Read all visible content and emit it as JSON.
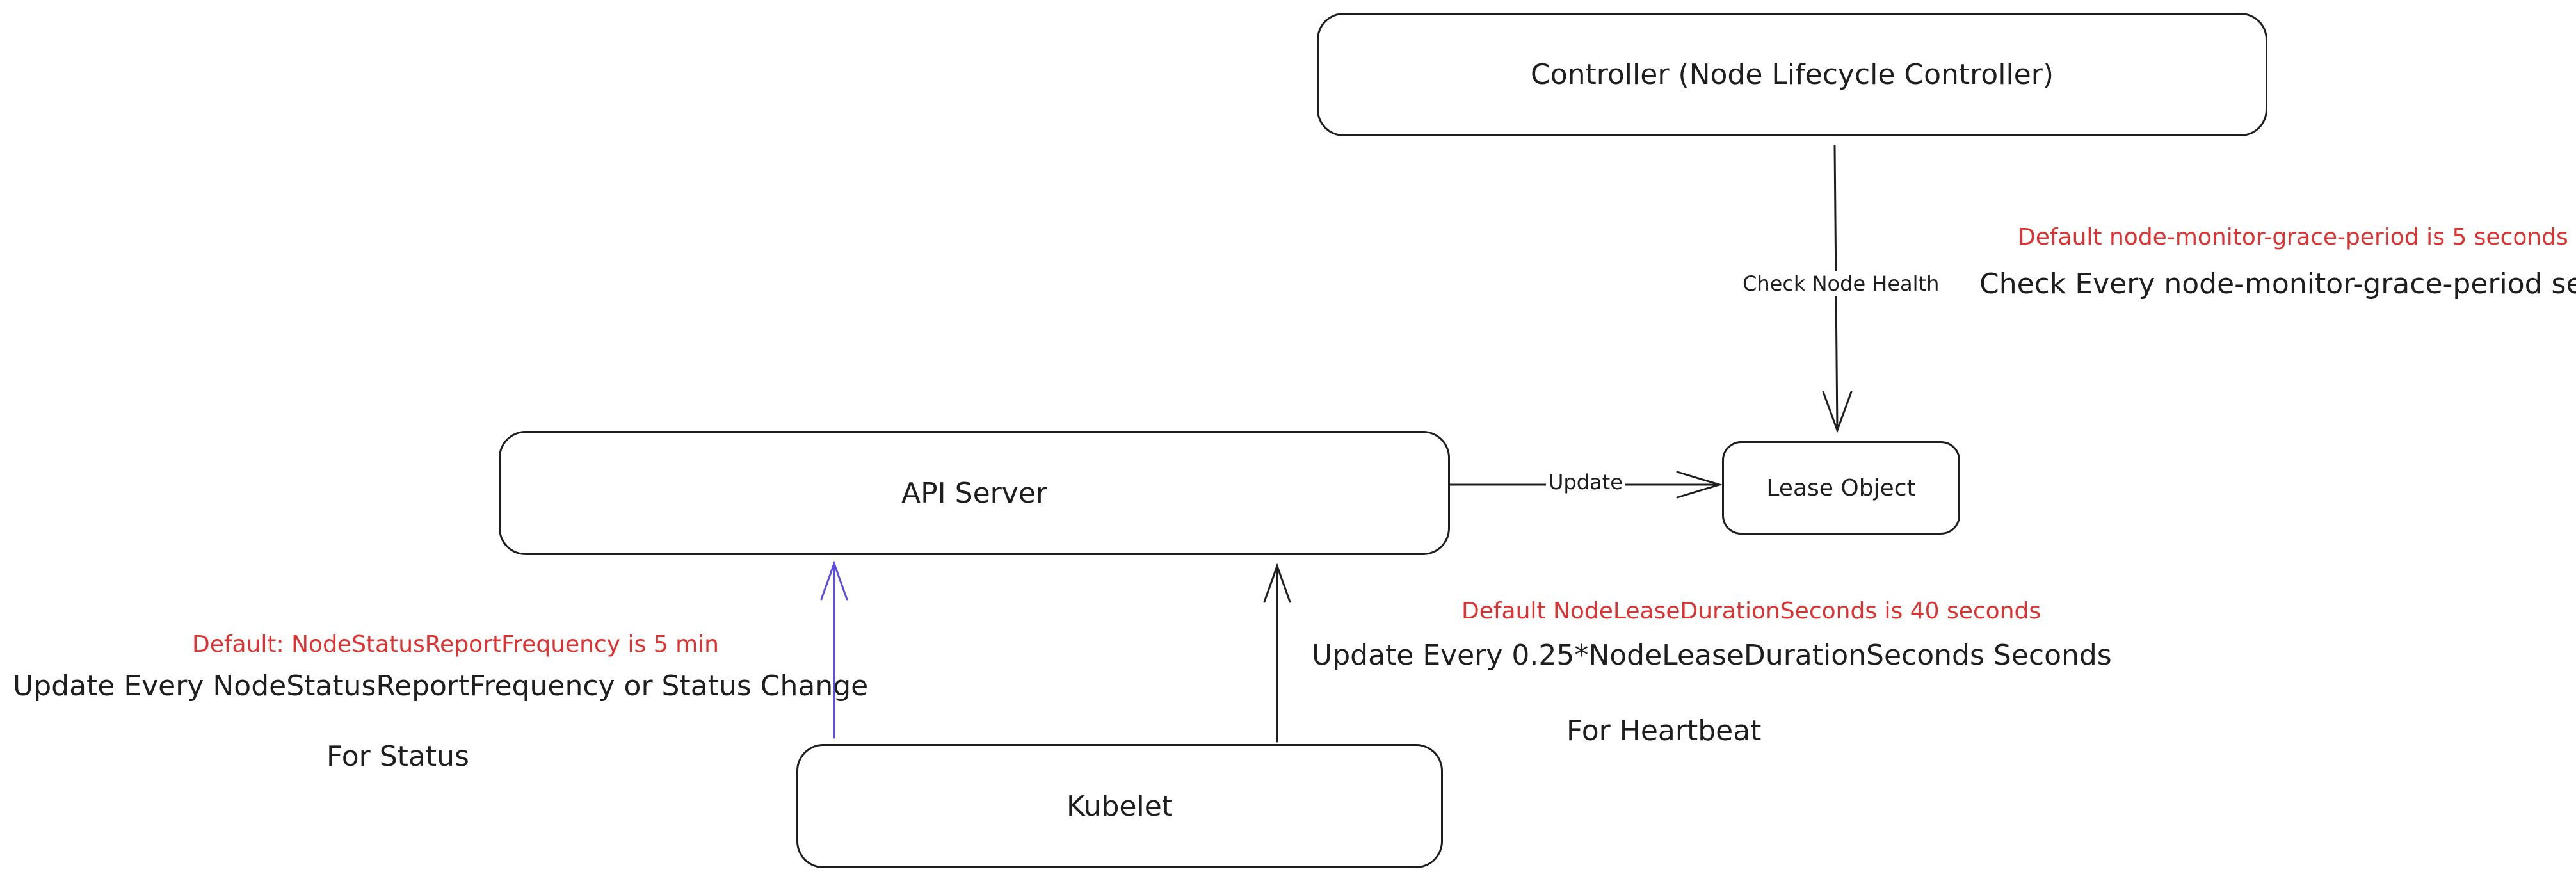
{
  "colors": {
    "stroke": "#1e1e1e",
    "note_red": "#e03131",
    "status_arrow": "#5c4ee5"
  },
  "nodes": {
    "controller": "Controller (Node Lifecycle Controller)",
    "api_server": "API Server",
    "lease_object": "Lease Object",
    "kubelet": "Kubelet"
  },
  "edges": {
    "check_node_health": "Check Node Health",
    "update": "Update"
  },
  "notes": {
    "grace_default": "Default node-monitor-grace-period is 5 seconds",
    "grace_check": "Check Every node-monitor-grace-period seconds",
    "lease_default": "Default NodeLeaseDurationSeconds is 40 seconds",
    "lease_update": "Update Every 0.25*NodeLeaseDurationSeconds Seconds",
    "heartbeat": "For Heartbeat",
    "status_default": "Default: NodeStatusReportFrequency is 5 min",
    "status_update": "Update Every NodeStatusReportFrequency or Status Change",
    "status": "For Status"
  }
}
